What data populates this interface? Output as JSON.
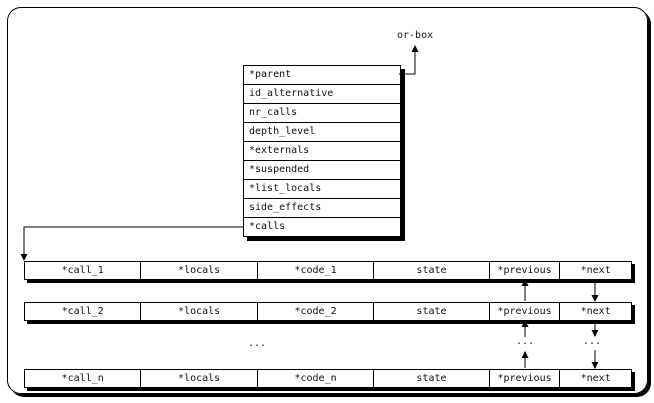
{
  "or_box_label": "or-box",
  "record_fields": [
    "*parent",
    "id_alternative",
    "nr_calls",
    "depth_level",
    "*externals",
    "*suspended",
    "*list_locals",
    "side_effects",
    "*calls"
  ],
  "rows": [
    [
      "*call_1",
      "*locals",
      "*code_1",
      "state",
      "*previous",
      "*next"
    ],
    [
      "*call_2",
      "*locals",
      "*code_2",
      "state",
      "*previous",
      "*next"
    ],
    [
      "*call_n",
      "*locals",
      "*code_n",
      "state",
      "*previous",
      "*next"
    ]
  ],
  "ellipsis_mid": "...",
  "ellipsis_previous": "...",
  "ellipsis_next": "..."
}
